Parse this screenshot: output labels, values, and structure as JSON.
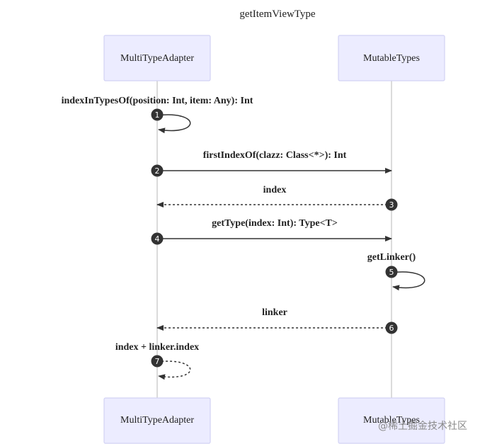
{
  "title": "getItemViewType",
  "participants": [
    {
      "id": "adapter",
      "label": "MultiTypeAdapter"
    },
    {
      "id": "types",
      "label": "MutableTypes"
    }
  ],
  "messages": [
    {
      "number": "1",
      "from": "adapter",
      "to": "adapter",
      "label": "indexInTypesOf(position: Int, item: Any): Int",
      "style": "solid"
    },
    {
      "number": "2",
      "from": "adapter",
      "to": "types",
      "label": "firstIndexOf(clazz: Class<*>): Int",
      "style": "solid"
    },
    {
      "number": "3",
      "from": "types",
      "to": "adapter",
      "label": "index",
      "style": "dashed"
    },
    {
      "number": "4",
      "from": "adapter",
      "to": "types",
      "label": "getType(index: Int): Type<T>",
      "style": "solid"
    },
    {
      "number": "5",
      "from": "types",
      "to": "types",
      "label": "getLinker()",
      "style": "solid"
    },
    {
      "number": "6",
      "from": "types",
      "to": "adapter",
      "label": "linker",
      "style": "dashed"
    },
    {
      "number": "7",
      "from": "adapter",
      "to": "adapter",
      "label": "index + linker.index",
      "style": "dashed"
    }
  ],
  "watermark": "@稀土掘金技术社区"
}
